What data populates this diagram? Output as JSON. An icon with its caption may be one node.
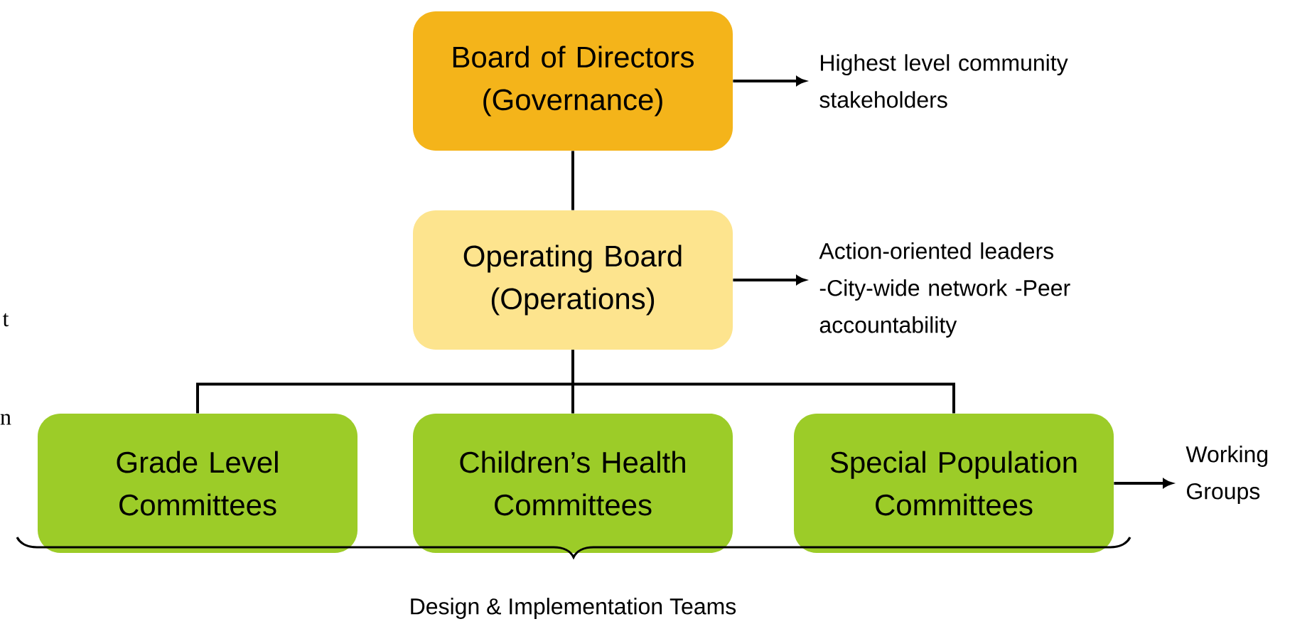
{
  "diagram": {
    "nodes": [
      {
        "text": [
          "Board of Directors (Governance)"
        ]
      },
      {
        "text": [
          "Operating Board (Operations)"
        ]
      },
      {
        "text": [
          "Grade Level Committees"
        ]
      },
      {
        "text": [
          "Children’s Health Committees"
        ]
      },
      {
        "text": [
          "Special Population Committees"
        ]
      },
      {
        "text": [
          "Highest level community stakeholders"
        ]
      },
      {
        "text": [
          "Action-oriented leaders -City-wide network -Peer accountability"
        ]
      },
      {
        "text": [
          "Working Groups"
        ]
      }
    ],
    "edges": [
      {
        "from": 0,
        "to": 1,
        "arrow": "none"
      },
      {
        "from": 1,
        "to": 2,
        "arrow": "none"
      },
      {
        "from": 1,
        "to": 3,
        "arrow": "none"
      },
      {
        "from": 1,
        "to": 4,
        "arrow": "none"
      },
      {
        "from": 0,
        "to": 5,
        "arrow": "to"
      },
      {
        "from": 1,
        "to": 6,
        "arrow": "to"
      },
      {
        "from": 4,
        "to": 7,
        "arrow": "to"
      }
    ],
    "labels": [
      "t",
      "n",
      "Design & Implementation Teams"
    ]
  }
}
